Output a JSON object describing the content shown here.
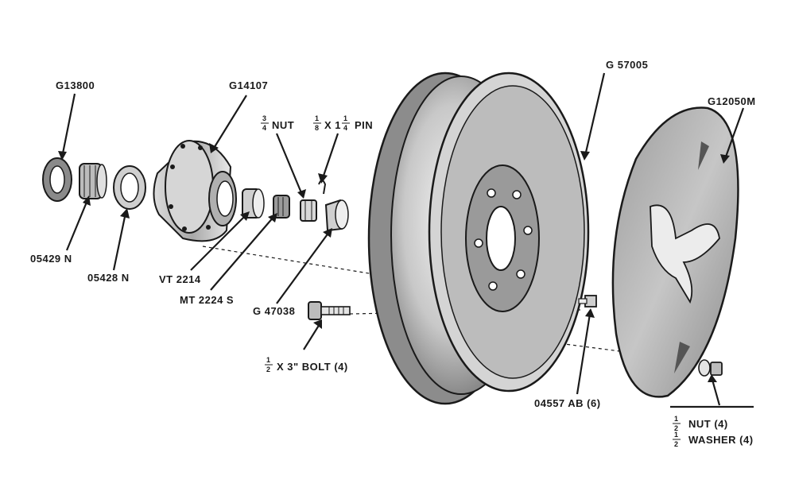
{
  "labels": {
    "bearing_cup_outer": "G13800",
    "hub": "G14107",
    "nut": "NUT",
    "nut_frac_num": "3",
    "nut_frac_den": "4",
    "pin": "X 1",
    "pin_frac_num": "1",
    "pin_frac_den": "8",
    "pin_frac2_num": "1",
    "pin_frac2_den": "4",
    "pin_suffix": "PIN",
    "wheel": "G 57005",
    "cover": "G12050M",
    "bearing_cone_outer": "05429 N",
    "bearing_cup_inner": "05428 N",
    "bearing_cup_inner2": "VT 2214",
    "bearing_cone_inner": "MT 2224 S",
    "grease_cap": "G 47038",
    "bolt": "X 3\" BOLT (4)",
    "bolt_frac_num": "1",
    "bolt_frac_den": "2",
    "wheel_stud": "04557 AB (6)",
    "nut4": "NUT (4)",
    "nut4_frac_num": "1",
    "nut4_frac_den": "2",
    "washer4": "WASHER (4)",
    "washer4_frac_num": "1",
    "washer4_frac_den": "2"
  },
  "colors": {
    "ink": "#1a1a1a",
    "paper": "#ffffff",
    "metal_light": "#e6e6e6",
    "metal_mid": "#b5b5b5",
    "metal_dark": "#6e6e6e"
  }
}
